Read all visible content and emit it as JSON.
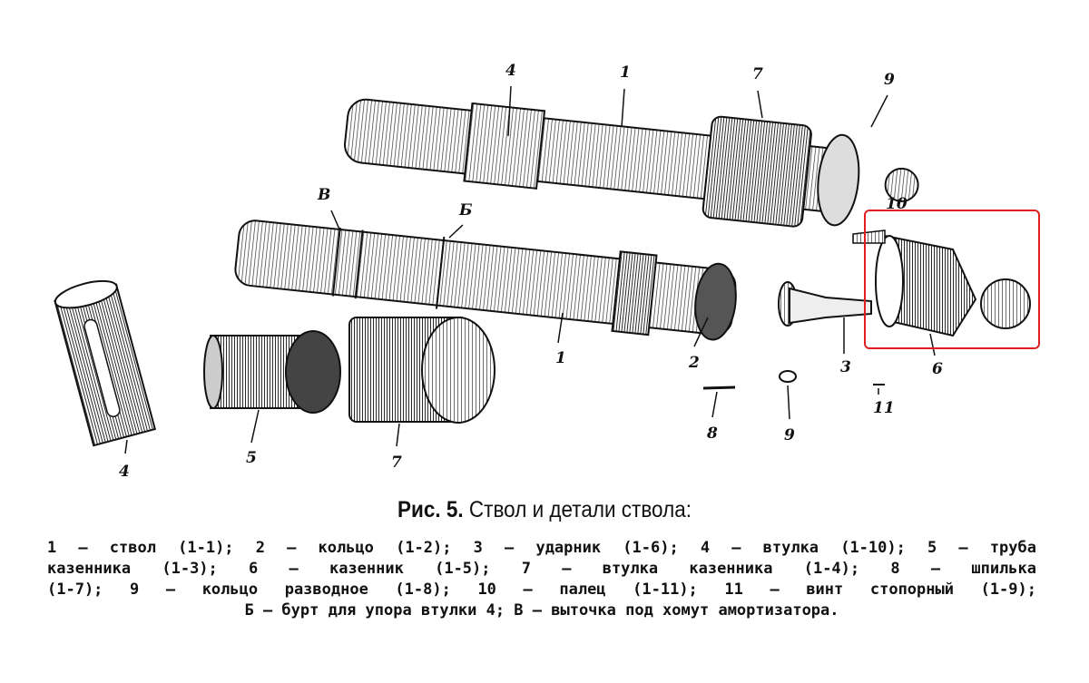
{
  "figure": {
    "number_label": "Рис. 5.",
    "title": "Ствол и детали ствола:",
    "caption_lines": [
      "1 — ствол (1-1); 2 — кольцо (1-2); 3 — ударник (1-6); 4 — втулка (1-10); 5 — труба",
      "казенника (1-3); 6 — казенник (1-5); 7 — втулка казенника (1-4); 8 — шпилька",
      "(1-7); 9 — кольцо разводное (1-8); 10 — палец (1-11); 11 — винт стопорный (1-9);",
      "Б — бурт для упора втулки 4; В — выточка под хомут амортизатора."
    ]
  },
  "callouts": {
    "top_4": "4",
    "top_1": "1",
    "top_7": "7",
    "top_9": "9",
    "groove_v": "В",
    "collar_b": "Б",
    "pin_10": "10",
    "barrel_1": "1",
    "ring_2": "2",
    "striker_3": "3",
    "breech_6": "6",
    "pin_8": "8",
    "ring_9": "9",
    "screw_11": "11",
    "sleeve_4": "4",
    "tube_5": "5",
    "sleeve_7": "7"
  },
  "highlight_color": "#e02020"
}
